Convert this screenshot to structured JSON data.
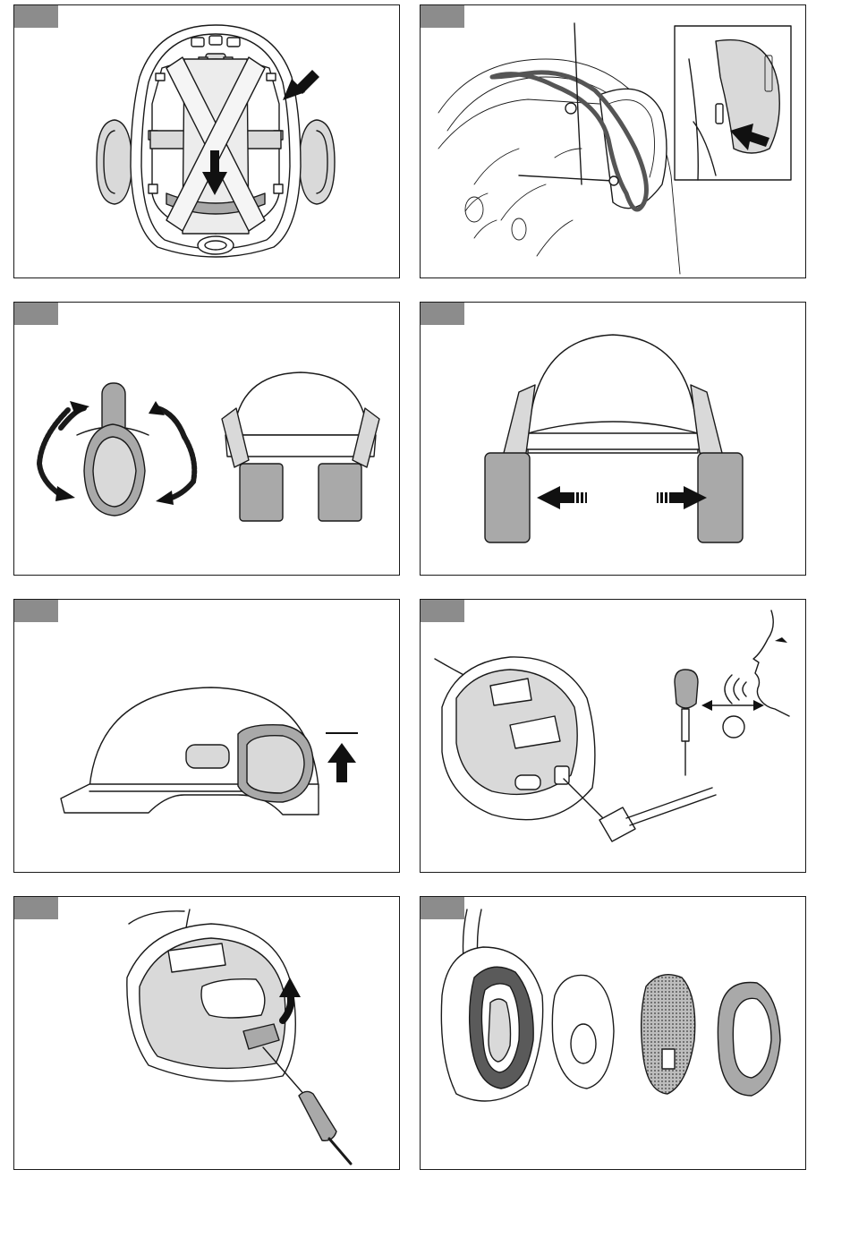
{
  "page": {
    "background": "#ffffff",
    "border_color": "#1a1a1a",
    "tab_color": "#8c8c8c",
    "shade_light": "#d9d9d9",
    "shade_mid": "#a9a9a9"
  },
  "panels": [
    {
      "name": "panel-remove-headband",
      "icon": "cross-mark-icon"
    },
    {
      "name": "panel-cord-routing",
      "icon": "arrow-icon"
    },
    {
      "name": "panel-rotate-earcups",
      "icon": "rotate-arrow-icon"
    },
    {
      "name": "panel-spread-earcups",
      "icon": "arrow-icon"
    },
    {
      "name": "panel-lift-earcup",
      "icon": "up-arrow-icon"
    },
    {
      "name": "panel-microphone-distance",
      "icon": "double-arrow-icon"
    },
    {
      "name": "panel-connect-cable",
      "icon": "curved-arrow-icon"
    },
    {
      "name": "panel-replace-cushions",
      "icon": "cushion-icon"
    }
  ]
}
